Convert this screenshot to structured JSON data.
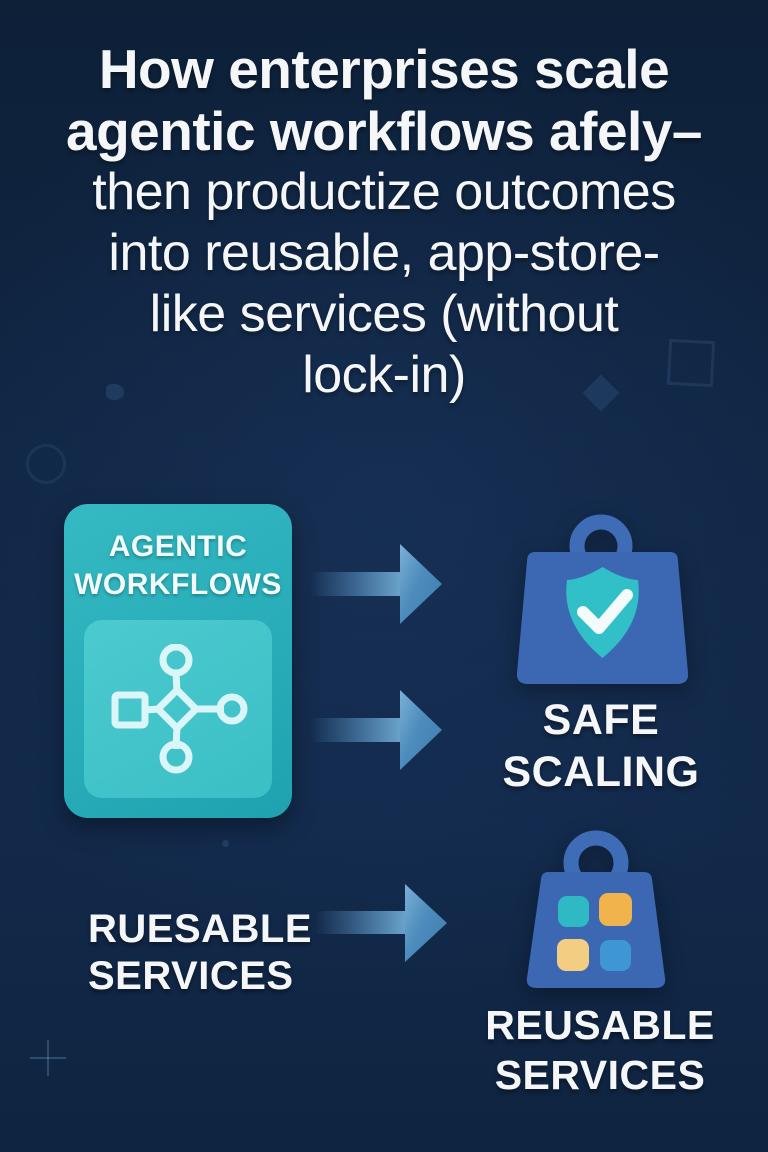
{
  "title": {
    "bold_lines": [
      "How enterprises scale",
      "agentic workflows afely–"
    ],
    "regular_lines": [
      "then productize outcomes",
      "into reusable, app-store-",
      "like services (without",
      "lock-in)"
    ]
  },
  "diagram": {
    "source_card": {
      "label_line1": "AGENTIC",
      "label_line2": "WORKFLOWS",
      "icon": "workflow-nodes-icon"
    },
    "outcome_safe": {
      "icon": "bag-shield-check-icon",
      "label_line1": "SAFE",
      "label_line2": "SCALING"
    },
    "input_label": {
      "line1": "RUESABLE",
      "line2": "SERVICES"
    },
    "outcome_reusable": {
      "icon": "bag-app-grid-icon",
      "label_line1": "REUSABLE",
      "label_line2": "SERVICES"
    },
    "arrow_count": 3
  },
  "colors": {
    "background_navy": "#112644",
    "card_teal": "#2cb2bd",
    "card_inner_teal": "#41c4c9",
    "icon_light_cyan": "#daf6f8",
    "bag_blue": "#3c67b3",
    "shield_teal": "#31c0c8",
    "square_teal": "#2eb9c5",
    "square_orange": "#f1b44d",
    "square_yellow": "#f3cd82",
    "square_blue": "#3e97d4",
    "arrow_steel_blue": "#4d8cbc",
    "text_white": "#f4f6f8"
  }
}
